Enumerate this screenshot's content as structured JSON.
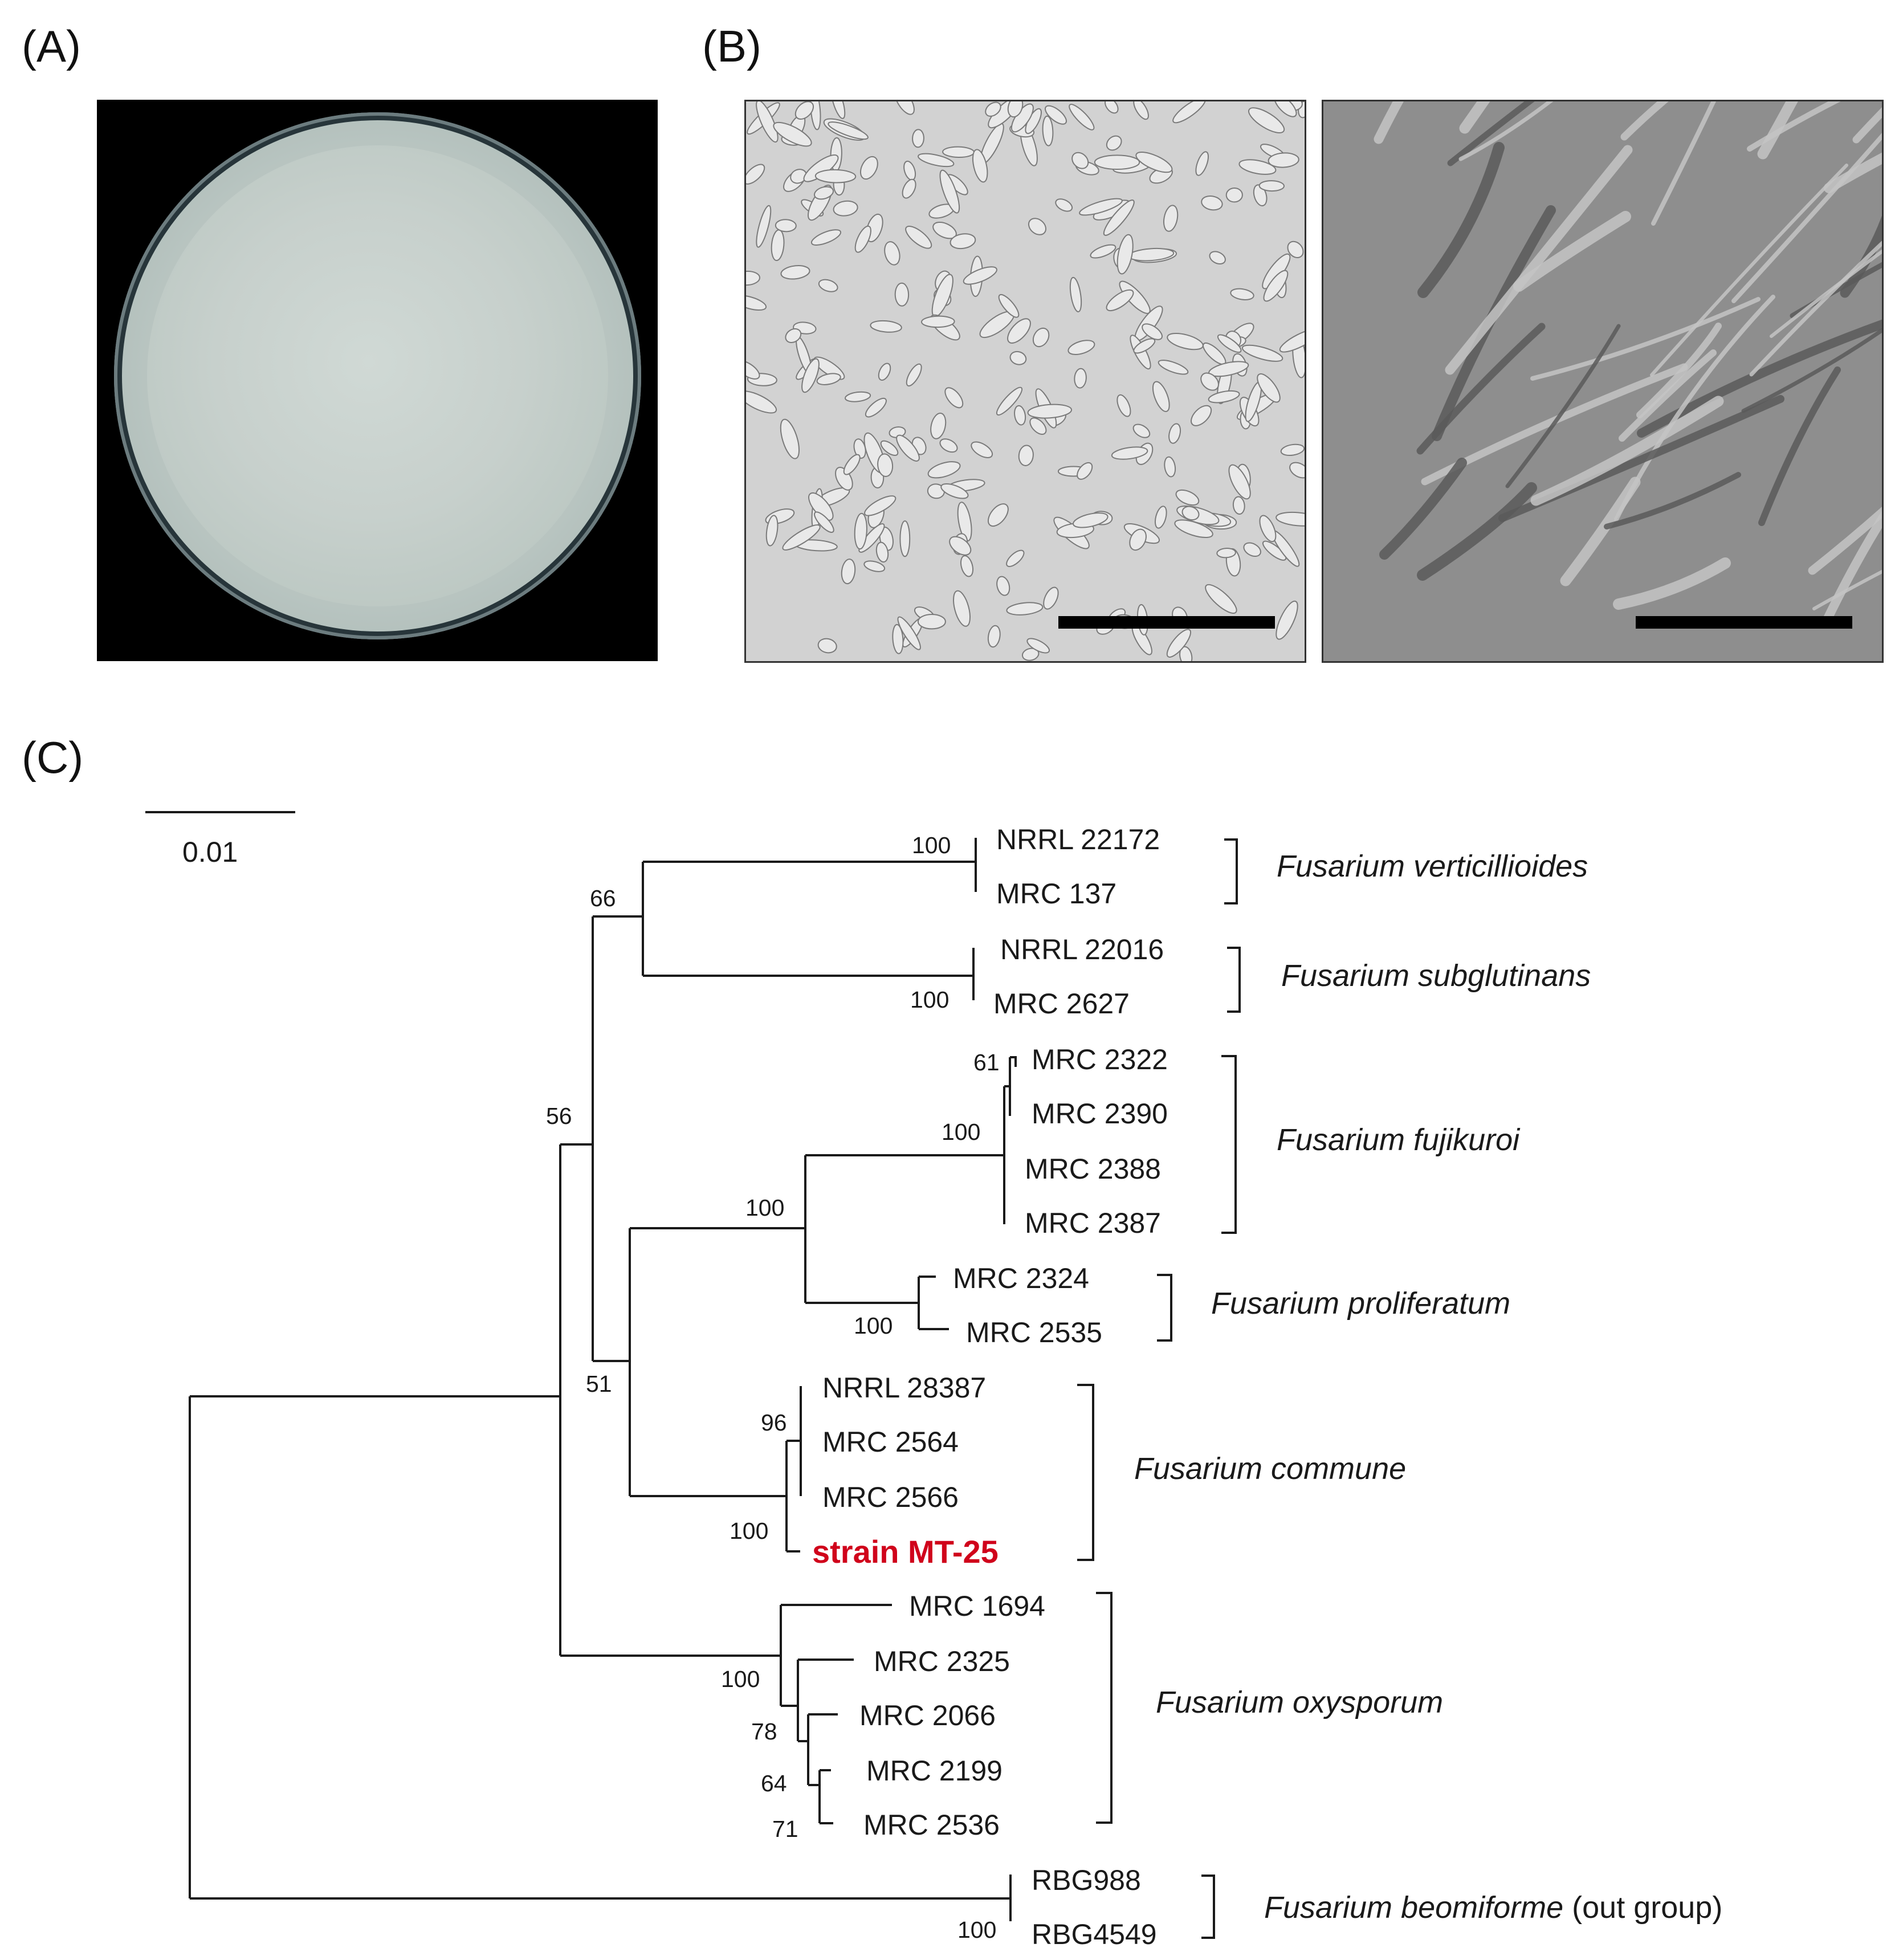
{
  "panels": {
    "a_label": "(A)",
    "b_label": "(B)",
    "c_label": "(C)"
  },
  "tree": {
    "scale_label": "0.01",
    "tips": {
      "nrrl_22172": "NRRL 22172",
      "mrc_137": "MRC 137",
      "nrrl_22016": "NRRL 22016",
      "mrc_2627": "MRC 2627",
      "mrc_2322": "MRC 2322",
      "mrc_2390": "MRC 2390",
      "mrc_2388": "MRC 2388",
      "mrc_2387": "MRC 2387",
      "mrc_2324": "MRC 2324",
      "mrc_2535": "MRC 2535",
      "nrrl_28387": "NRRL 28387",
      "mrc_2564": "MRC 2564",
      "mrc_2566": "MRC 2566",
      "strain_mt25": "strain MT-25",
      "mrc_1694": "MRC 1694",
      "mrc_2325": "MRC 2325",
      "mrc_2066": "MRC 2066",
      "mrc_2199": "MRC 2199",
      "mrc_2536": "MRC 2536",
      "rbg988": "RBG988",
      "rbg4549": "RBG4549"
    },
    "bootstrap": {
      "verticillioides": "100",
      "top_clade": "66",
      "subglutinans": "100",
      "fujikuroi_inner": "61",
      "fujikuroi": "100",
      "fuji_prolif": "100",
      "proliferatum": "100",
      "root_fusarium": "56",
      "commune_group": "51",
      "commune_inner": "96",
      "commune": "100",
      "oxysporum": "100",
      "oxy_78": "78",
      "oxy_64": "64",
      "oxy_71": "71",
      "outgroup": "100"
    },
    "species": {
      "verticillioides": "Fusarium verticillioides",
      "subglutinans": "Fusarium subglutinans",
      "fujikuroi": "Fusarium fujikuroi",
      "proliferatum": "Fusarium proliferatum",
      "commune": "Fusarium commune",
      "oxysporum": "Fusarium oxysporum",
      "beomiforme": "Fusarium beomiforme",
      "beomiforme_note": " (out group)"
    },
    "colors": {
      "highlight": "#d0021b",
      "line": "#1a1a1a"
    }
  }
}
